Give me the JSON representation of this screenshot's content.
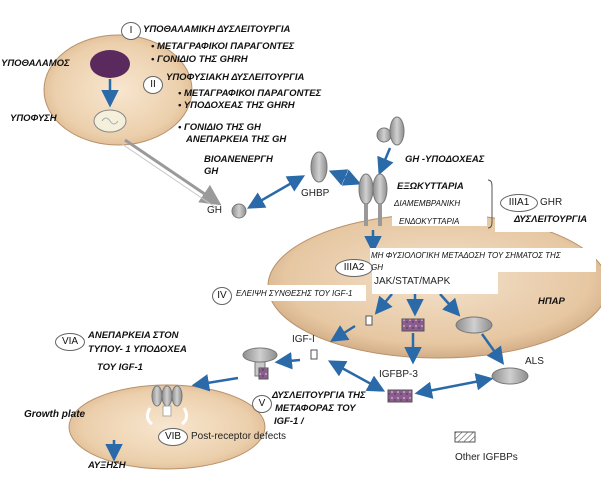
{
  "labels": {
    "num_I": "I",
    "hypo_dysf": "ΥΠΟΘΑΛΑΜΙΚΗ ΔΥΣΛΕΙΤΟΥΡΓΙΑ",
    "hypo_b1": "• ΜΕΤΑΓΡΑΦΙΚΟΙ ΠΑΡΑΓΟΝΤΕΣ",
    "hypo_b2": "• ΓΟΝΙΔΙΟ ΤΗΣ GHRH",
    "hypothalamus": "ΥΠΟΘΑΛΑΜΟΣ",
    "num_II": "II",
    "pit_dysf": "ΥΠΟΦΥΣΙΑΚΗ ΔΥΣΛΕΙΤΟΥΡΓΙΑ",
    "pit_b1": "• ΜΕΤΑΓΡΑΦΙΚΟΙ ΠΑΡΑΓΟΝΤΕΣ",
    "pit_b2": "• ΥΠΟΔΟΧΕΑΣ ΤΗΣ GHRH",
    "pit_b3": "• ΓΟΝΙΔΙΟ ΤΗΣ GH",
    "pit_b4": "ΑΝΕΠΑΡΚΕΙΑ ΤΗΣ GH",
    "pituitary": "ΥΠΟΦΥΣΗ",
    "bioinactive_1": "ΒΙΟΑΝΕΝΕΡΓΗ",
    "bioinactive_2": "GH",
    "gh_receptor": "GH -ΥΠΟΔΟΧΕΑΣ",
    "ghbp": "GHBP",
    "gh": "GH",
    "extracellular": "ΕΞΩΚΥΤΤΑΡΙΑ",
    "transmembrane": "ΔΙΑΜΕΜΒΡΑΝΙΚΗ",
    "intracellular": "ΕΝΔΟΚΥΤΤΑΡΙΑ",
    "num_IIIA1": "IIIA1",
    "ghr_1": "GHR",
    "ghr_2": "ΔΥΣΛΕΙΤΟΥΡΓΙΑ",
    "num_IIIA2": "IIIA2",
    "signal_1": "ΜΗ ΦΥΣΙΟΛΟΓΙΚΗ ΜΕΤΑΔΟΣΗ ΤΟΥ ΣΗΜΑΤΟΣ ΤΗΣ",
    "signal_2": "GH",
    "jak": "JAK/STAT/MAPK",
    "liver": "ΗΠΑΡ",
    "num_IV": "IV",
    "igf1_synth": "ΕΛΕΙΨΗ ΣΥΝΘΕΣΗΣ ΤΟΥ IGF-1",
    "igf1": "IGF-I",
    "igfbp3": "IGFBP-3",
    "als": "ALS",
    "num_VIA": "VIA",
    "via_1": "ΑΝΕΠΑΡΚΕΙΑ ΣΤΟΝ",
    "via_2": "ΤΥΠΟΥ- 1 ΥΠΟΔΟΧΕΑ",
    "via_3": "ΤΟΥ IGF-1",
    "num_V": "V",
    "v_1": "ΔΥΣΛΕΙΤΟΥΡΓΙΑ ΤΗΣ",
    "v_2": "ΜΕΤΑΦΟΡΑΣ ΤΟΥ",
    "v_3": "IGF-1 /",
    "growth_plate": "Growth plate",
    "num_VIB": "VIB",
    "postreceptor": "Post-receptor defects",
    "growth": "ΑΥΞΗΣΗ",
    "other_igfbps": "Other IGFBPs"
  },
  "colors": {
    "tissue_fill": "#e8c9a0",
    "hypothalamus_cell": "#5a2a5e",
    "receptor_gray": "#a6a6a6",
    "igfbp3_box": "#8a5a8a",
    "arrow_blue": "#2a6aa8"
  }
}
